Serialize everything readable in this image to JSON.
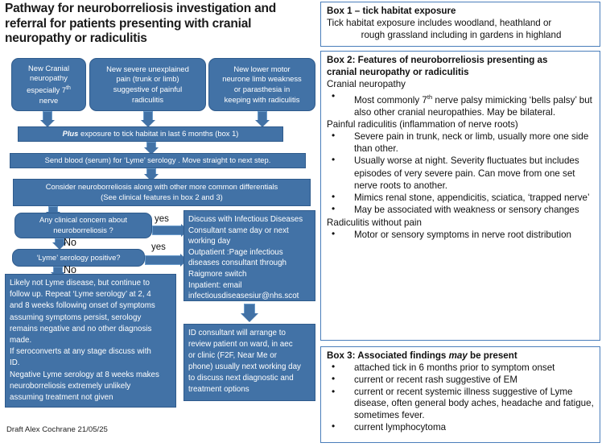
{
  "document": {
    "title_line1": "Pathway for neuroborreliosis investigation and",
    "title_line2": "referral for patients presenting with cranial",
    "title_line3": "neuropathy or radiculitis",
    "footer": "Draft Alex Cochrane 21/05/25"
  },
  "colors": {
    "box_fill": "#4272a6",
    "box_border": "#2f5b8c",
    "panel_border": "#4a7ebb",
    "box_text": "#ffffff",
    "panel_text": "#101010"
  },
  "flow": {
    "triggers": [
      {
        "id": "trigger-cranial-neuropathy",
        "line1": "New Cranial",
        "line2": "neuropathy",
        "line3_pre": "especially 7",
        "line3_sup": "th",
        "line4": "nerve"
      },
      {
        "id": "trigger-painful-radiculitis",
        "line1": "New severe unexplained",
        "line2": "pain (trunk or limb)",
        "line3": "suggestive of painful",
        "line4": "radiculitis"
      },
      {
        "id": "trigger-limb-weakness",
        "line1": "New lower motor",
        "line2": "neurone limb weakness",
        "line3": "or parasthesia in",
        "line4": "keeping with radiculitis"
      }
    ],
    "plus_box": {
      "emphasis": "Plus",
      "rest": " exposure to tick habitat in last 6 months (box 1)"
    },
    "serology_box": "Send blood (serum) for ‘Lyme’ serology . Move straight to next step.",
    "consider_box_line1": "Consider neuroborreliosis along with other more common differentials",
    "consider_box_line2": "(See clinical features in box 2 and 3)",
    "decision_concern_line1": "Any clinical concern about",
    "decision_concern_line2": "neuroborreliosis ?",
    "decision_serology": "‘Lyme’ serology positive?",
    "label_yes_1": "yes",
    "label_yes_2": "yes",
    "label_no_1": "No",
    "label_no_2": "No",
    "discuss_box": "Discuss with  Infectious Diseases Consultant same day or next working day\nOutpatient :Page infectious diseases consultant through Raigmore switch\nInpatient: email infectiousdiseasesiur@nhs.scot",
    "discuss_box_lines": [
      "Discuss with  Infectious Diseases",
      "Consultant same day or next",
      "working day",
      "Outpatient :Page infectious",
      "diseases consultant through",
      "Raigmore switch",
      "Inpatient: email",
      "infectiousdiseasesiur@nhs.scot"
    ],
    "not_lyme_box": "Likely not Lyme disease, but continue to follow up. Repeat ‘Lyme serology’ at 2, 4 and 8 weeks following onset of symptoms assuming symptoms persist, serology remains negative and no other diagnosis made.\nIf seroconverts at any stage discuss with ID.\nNegative Lyme serology at 8 weeks makes neuroborreliosis extremely unlikely assuming treatment not given",
    "not_lyme_box_lines": [
      "Likely not Lyme disease, but continue to",
      "follow up. Repeat ‘Lyme serology’ at 2, 4",
      "and 8 weeks following onset of symptoms",
      "assuming symptoms persist, serology",
      "remains negative and no other diagnosis",
      "made.",
      "If seroconverts at any stage discuss with",
      "ID.",
      "Negative Lyme serology at 8 weeks makes",
      "neuroborreliosis extremely unlikely",
      "assuming treatment not given"
    ],
    "id_review_box_lines": [
      "ID consultant will arrange to",
      "review patient on ward, in aec",
      "or clinic  (F2F, Near Me or",
      "phone) usually next working day",
      "to discuss next diagnostic and",
      "treatment options"
    ]
  },
  "boxes": {
    "box1": {
      "header": "Box 1 – tick habitat exposure",
      "line1": "Tick habitat exposure includes woodland, heathland or",
      "line2": "rough grassland including in gardens in highland"
    },
    "box2": {
      "header_line1": "Box 2: Features of neuroborreliosis presenting as",
      "header_line2": "cranial neuropathy or radiculitis",
      "sub1": "Cranial neuropathy",
      "bullet1_pre": "Most commonly 7",
      "bullet1_sup": "th",
      "bullet1_post": " nerve palsy mimicking ‘bells palsy’ but also other cranial neuropathies. May be bilateral.",
      "sub2": "Painful radiculitis (inflammation of nerve roots)",
      "bullets2": [
        "Severe pain in trunk, neck or limb, usually more one side than other.",
        "Usually worse at night. Severity fluctuates but includes episodes of very severe pain. Can move from one set nerve roots to another.",
        "Mimics renal stone, appendicitis, sciatica, ‘trapped nerve’",
        "May be associated with weakness or sensory changes"
      ],
      "sub3": "Radiculitis without pain",
      "bullets3": [
        "Motor or sensory symptoms in nerve root distribution"
      ]
    },
    "box3": {
      "header_pre": "Box 3:  Associated findings ",
      "header_em": "may",
      "header_post": " be present",
      "bullets": [
        "attached tick in 6 months prior to symptom onset",
        "current or recent rash suggestive of EM",
        "current or recent systemic illness suggestive of Lyme disease, often general body aches, headache and fatigue, sometimes fever.",
        "current lymphocytoma"
      ]
    }
  }
}
